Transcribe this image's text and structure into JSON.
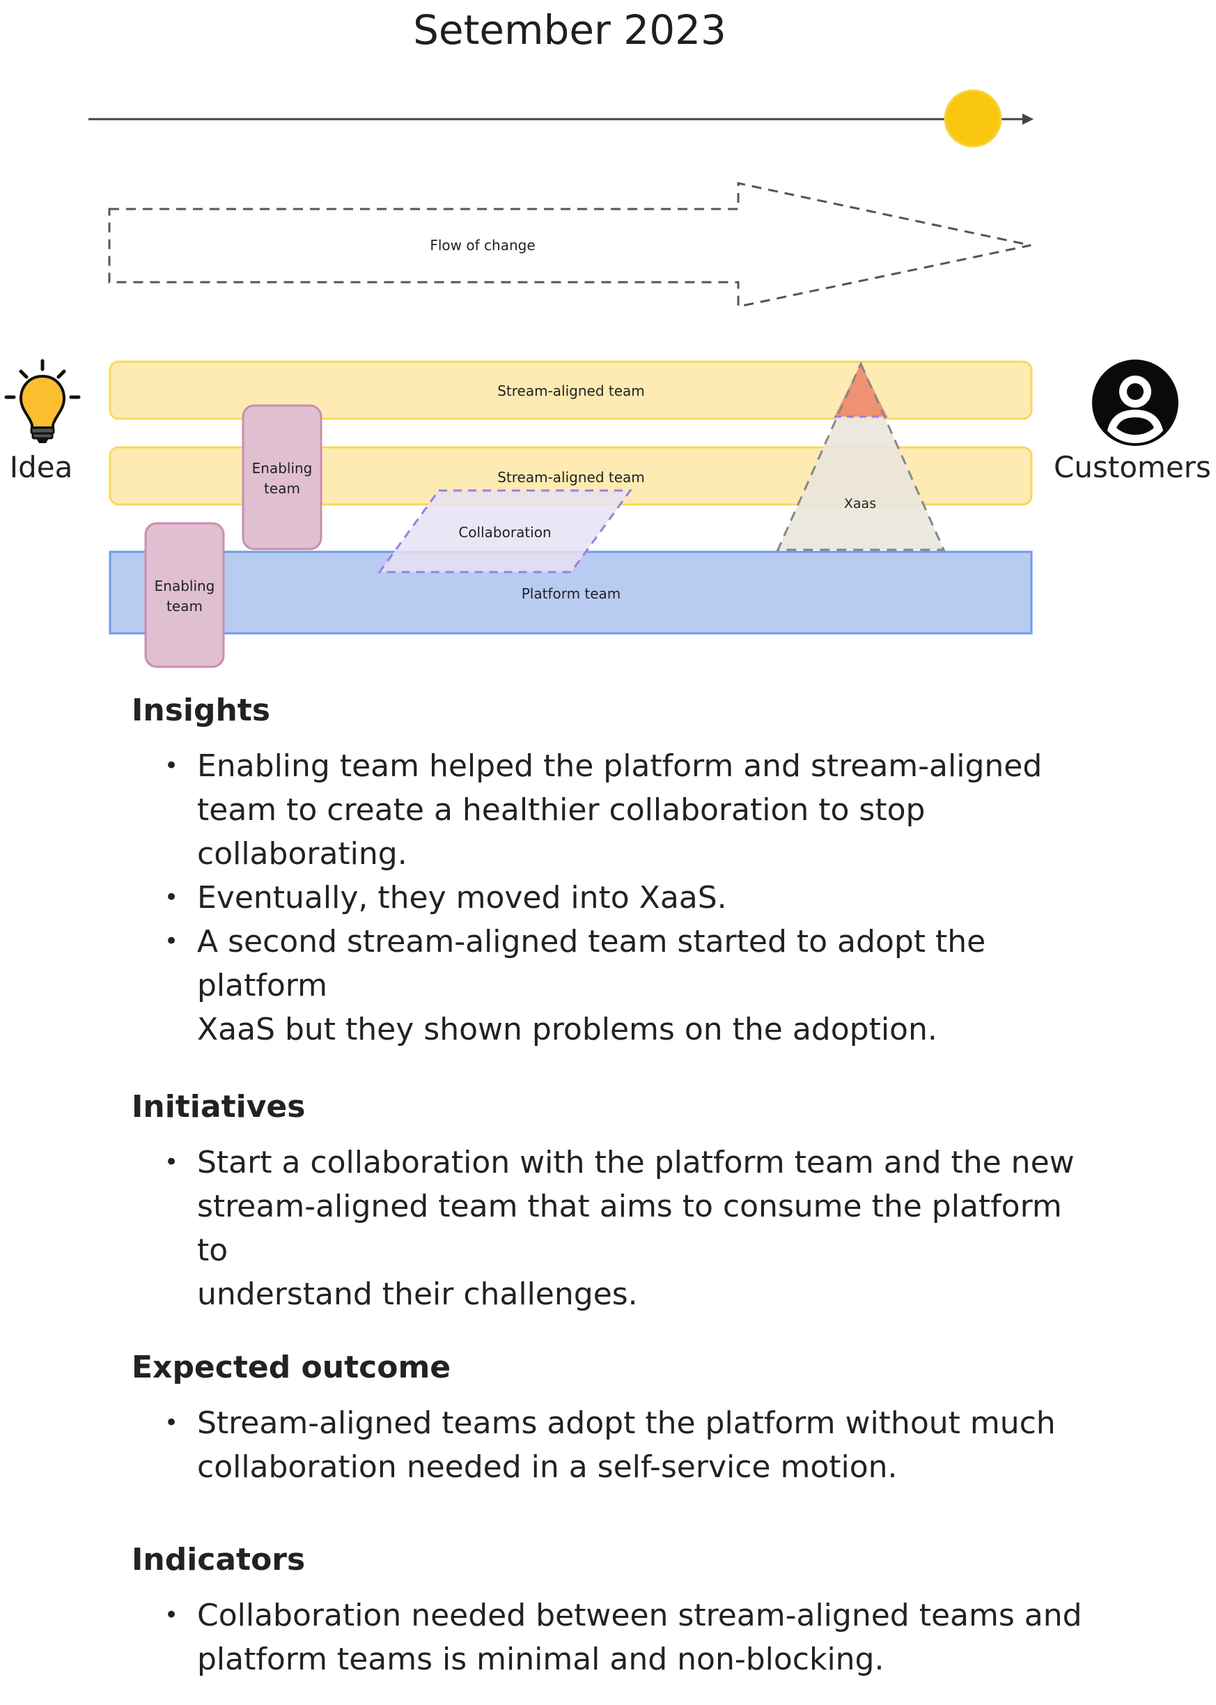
{
  "title": "Setember 2023",
  "diagram": {
    "flow_label": "Flow of change",
    "left_label": "Idea",
    "right_label": "Customers",
    "stream_team_1": "Stream-aligned team",
    "stream_team_2": "Stream-aligned team",
    "platform_team": "Platform team",
    "enabling_team_1": [
      "Enabling",
      "team"
    ],
    "enabling_team_2": [
      "Enabling",
      "team"
    ],
    "collaboration": "Collaboration",
    "xaas": "Xaas",
    "colors": {
      "stream_fill": "#fdebb3",
      "stream_stroke": "#fbd75b",
      "platform_fill": "#b8cbf1",
      "platform_stroke": "#6f9be8",
      "enabling_fill": "#dfbfd0",
      "enabling_stroke": "#c98fac",
      "timeline_dot": "#fac710",
      "xaas_tip": "#ef9273",
      "collab_stroke": "#9b7fe0"
    }
  },
  "sections": [
    {
      "heading": "Insights",
      "items": [
        [
          "Enabling team helped the platform and stream-aligned",
          "team to create a healthier collaboration to stop",
          "collaborating."
        ],
        [
          "Eventually, they moved into XaaS."
        ],
        [
          "A second stream-aligned team started to adopt the platform",
          "XaaS but they shown problems on the adoption."
        ]
      ]
    },
    {
      "heading": "Initiatives",
      "items": [
        [
          "Start a collaboration with the platform team and the new",
          "stream-aligned team that aims to consume the platform to",
          "understand their challenges."
        ]
      ]
    },
    {
      "heading": "Expected outcome",
      "items": [
        [
          "Stream-aligned teams adopt the platform without much",
          "collaboration needed in a self-service motion."
        ]
      ]
    },
    {
      "heading": "Indicators",
      "items": [
        [
          "Collaboration needed between stream-aligned teams and",
          "platform teams is minimal and non-blocking."
        ]
      ]
    }
  ]
}
